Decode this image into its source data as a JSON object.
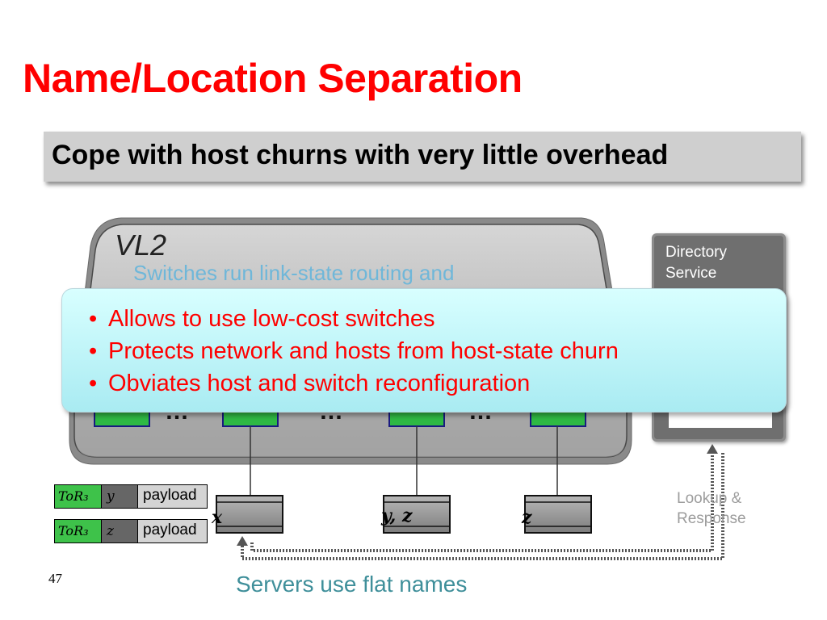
{
  "slide": {
    "title": "Name/Location Separation",
    "subtitle": "Cope with host churns with very little overhead",
    "page_number": "47"
  },
  "vl2": {
    "label": "VL2",
    "routing_text": "Switches run link-state routing and"
  },
  "directory": {
    "label_line1": "Directory",
    "label_line2": "Service",
    "ellipsis": "…"
  },
  "callout": {
    "bullets": [
      "Allows to use low-cost switches",
      "Protects network and hosts from host-state churn",
      "Obviates host and switch reconfiguration"
    ],
    "bullet_symbol": "•"
  },
  "switch_ellipsis": "…",
  "servers": [
    {
      "name": "x"
    },
    {
      "name": "y, z"
    },
    {
      "name": "z"
    }
  ],
  "packets": [
    {
      "tor": "ToR₃",
      "addr": "y",
      "payload": "payload"
    },
    {
      "tor": "ToR₃",
      "addr": "z",
      "payload": "payload"
    }
  ],
  "lookup": {
    "line1": "Lookup &",
    "line2": "Response"
  },
  "servers_caption": "Servers use flat names",
  "colors": {
    "title": "#ff0000",
    "switch": "#2fb944",
    "tor_cell": "#3ec24a",
    "callout_text": "#ff0000",
    "caption": "#3f8f9a"
  }
}
